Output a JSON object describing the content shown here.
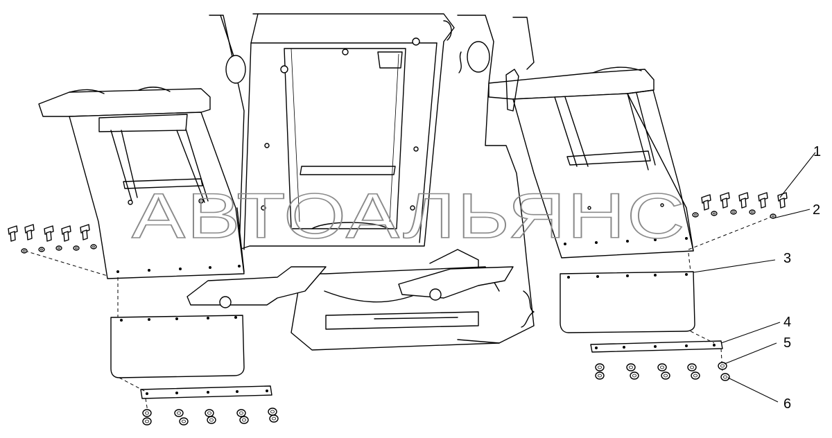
{
  "watermark": "АВТОАЛЬЯНС",
  "callouts": [
    {
      "id": "1",
      "label": "1"
    },
    {
      "id": "2",
      "label": "2"
    },
    {
      "id": "3",
      "label": "3"
    },
    {
      "id": "4",
      "label": "4"
    },
    {
      "id": "5",
      "label": "5"
    },
    {
      "id": "6",
      "label": "6"
    }
  ]
}
